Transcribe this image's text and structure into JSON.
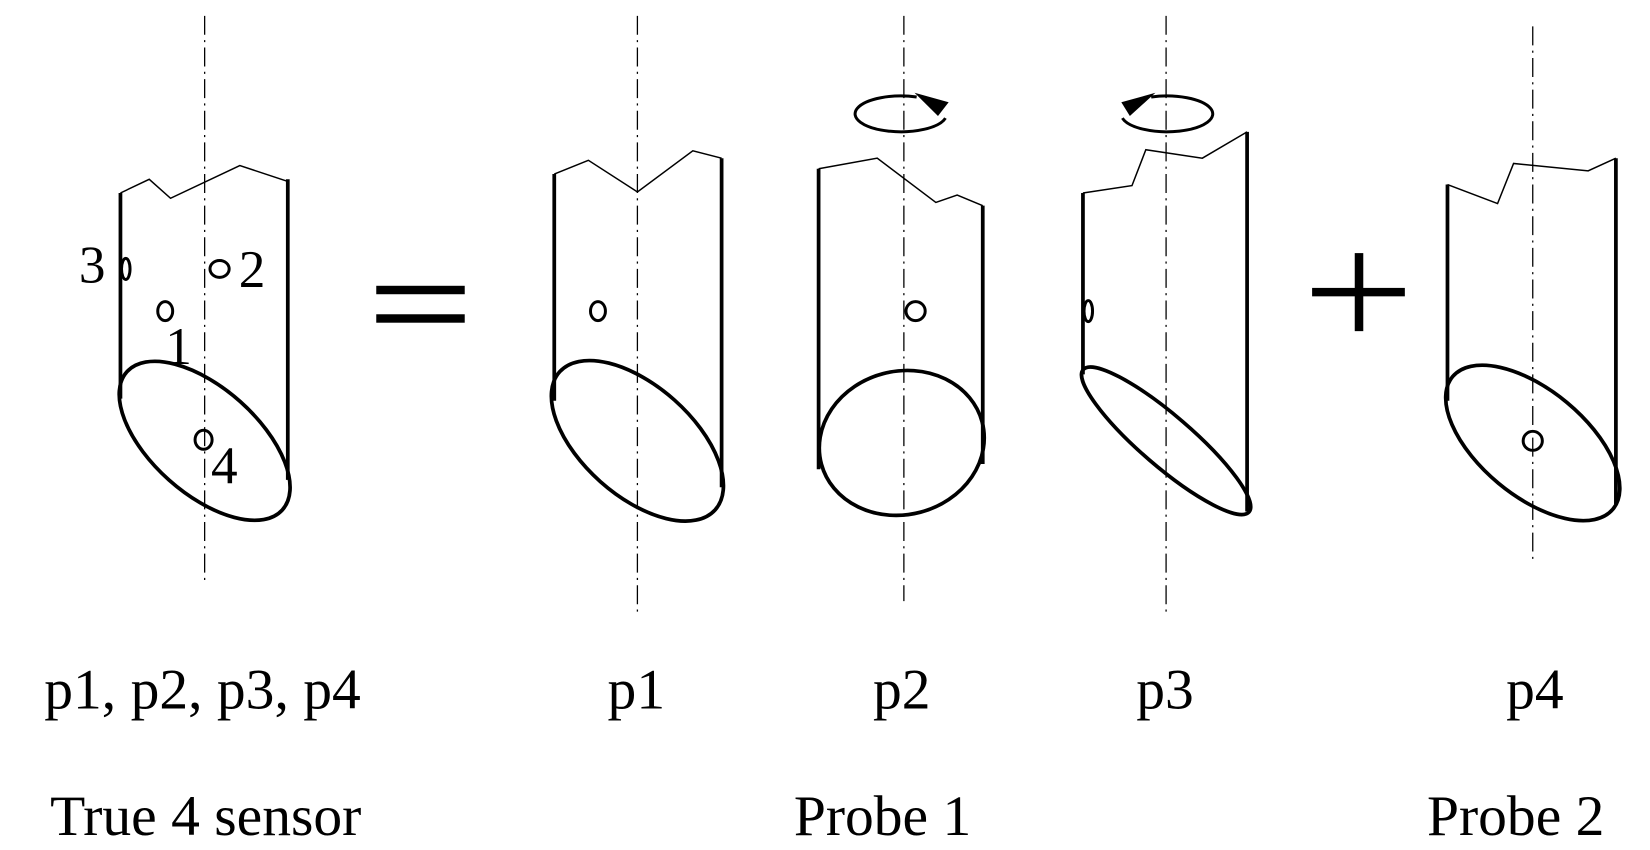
{
  "sensor_numbers": [
    "1",
    "2",
    "3",
    "4"
  ],
  "pressure_labels": {
    "combined": "p1, p2, p3, p4",
    "p1": "p1",
    "p2": "p2",
    "p3": "p3",
    "p4": "p4"
  },
  "captions": {
    "true_sensor": "True 4 sensor",
    "probe1": "Probe 1",
    "probe2": "Probe 2"
  },
  "operators": {
    "equals": "=",
    "plus": "+"
  }
}
